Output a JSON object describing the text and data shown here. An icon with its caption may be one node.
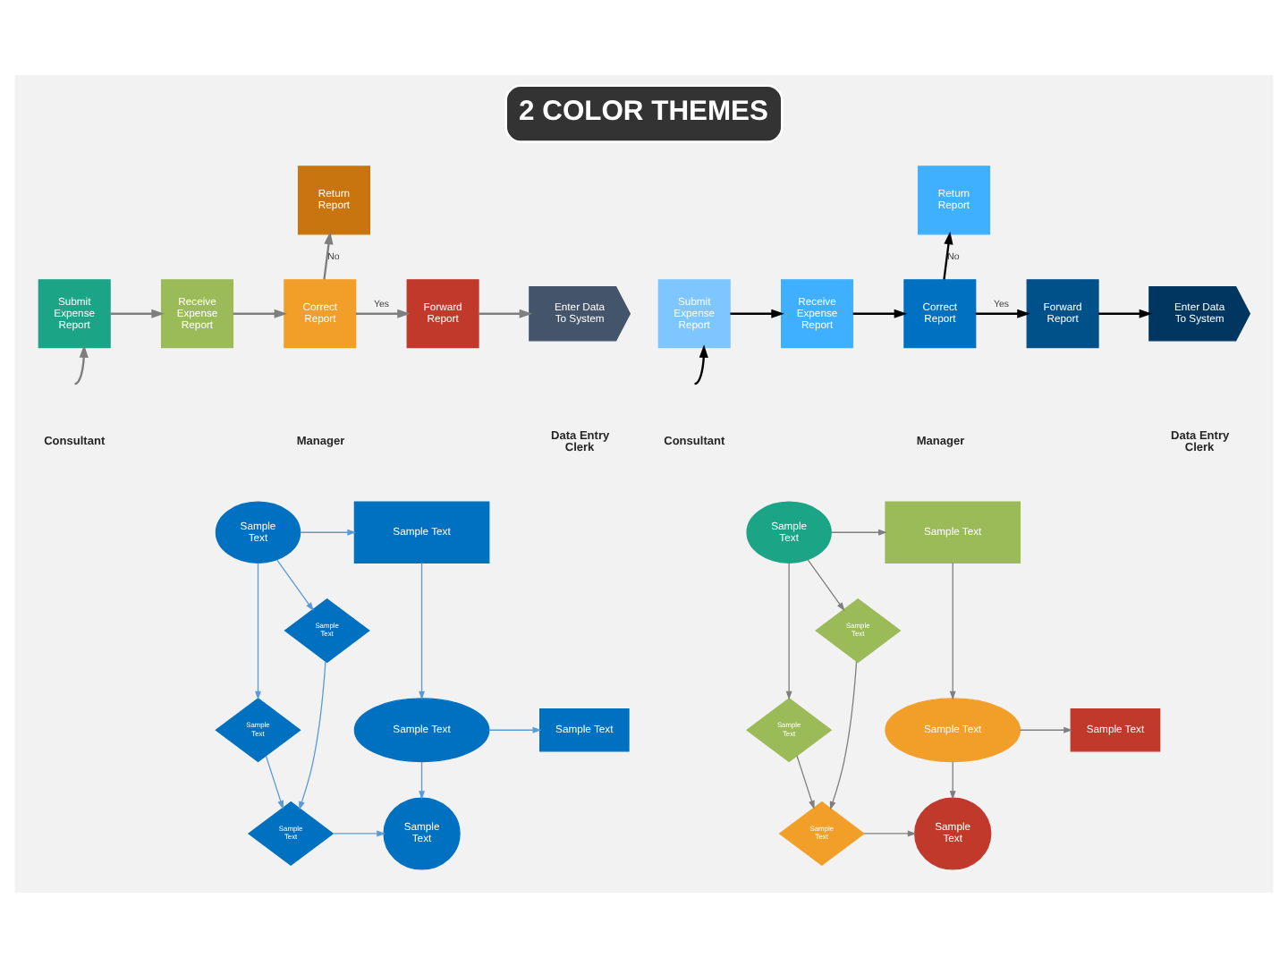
{
  "diagram": {
    "title": "2 COLOR THEMES",
    "nodes": [
      {
        "text": [
          "Return Report"
        ]
      },
      {
        "text": [
          "Submit Expense Report"
        ]
      },
      {
        "text": [
          "Receive Expense Report"
        ]
      },
      {
        "text": [
          "Correct Report"
        ]
      },
      {
        "text": [
          "Forward Report"
        ]
      },
      {
        "text": [
          "Enter Data To System"
        ]
      },
      {
        "text": [
          "Return Report"
        ]
      },
      {
        "text": [
          "Submit Expense Report"
        ]
      },
      {
        "text": [
          "Receive Expense Report"
        ]
      },
      {
        "text": [
          "Correct Report"
        ]
      },
      {
        "text": [
          "Forward Report"
        ]
      },
      {
        "text": [
          "Enter Data To System"
        ]
      },
      {
        "text": [
          "Sample Text"
        ]
      },
      {
        "text": [
          "Sample Text"
        ]
      },
      {
        "text": [
          "Sample Text"
        ]
      },
      {
        "text": [
          "Sample Text"
        ]
      },
      {
        "text": [
          "Sample Text"
        ]
      },
      {
        "text": [
          "Sample Text"
        ]
      },
      {
        "text": [
          "Sample Text"
        ]
      },
      {
        "text": [
          "Sample Text"
        ]
      },
      {
        "text": [
          "Sample Text"
        ]
      },
      {
        "text": [
          "Sample Text"
        ]
      },
      {
        "text": [
          "Sample Text"
        ]
      },
      {
        "text": [
          "Sample Text"
        ]
      },
      {
        "text": [
          "Sample Text"
        ]
      },
      {
        "text": [
          "Sample Text"
        ]
      },
      {
        "text": [
          "Sample Text"
        ]
      },
      {
        "text": [
          "Sample Text"
        ]
      }
    ],
    "edges": [
      {
        "from": null,
        "to": 1,
        "arrow": "to"
      },
      {
        "from": 1,
        "to": 2,
        "arrow": "to"
      },
      {
        "from": 2,
        "to": 3,
        "arrow": "to"
      },
      {
        "from": 3,
        "to": 0,
        "arrow": "to",
        "label": "No"
      },
      {
        "from": 3,
        "to": 4,
        "arrow": "to",
        "label": "Yes"
      },
      {
        "from": 4,
        "to": 5,
        "arrow": "to"
      },
      {
        "from": null,
        "to": 7,
        "arrow": "to",
        "color": "#000000"
      },
      {
        "from": 7,
        "to": 8,
        "arrow": "to",
        "color": "#000000"
      },
      {
        "from": 8,
        "to": 9,
        "arrow": "to",
        "color": "#000000"
      },
      {
        "from": 9,
        "to": 6,
        "arrow": "to",
        "label": "No",
        "color": "#000000"
      },
      {
        "from": 9,
        "to": 10,
        "arrow": "to",
        "label": "Yes",
        "color": "#000000"
      },
      {
        "from": 10,
        "to": 11,
        "arrow": "to",
        "color": "#000000"
      },
      {
        "from": 12,
        "to": 13,
        "arrow": "to",
        "color": "#5b9bd5"
      },
      {
        "from": 12,
        "to": 14,
        "arrow": "to",
        "color": "#5b9bd5"
      },
      {
        "from": 12,
        "to": 15,
        "arrow": "to",
        "color": "#5b9bd5"
      },
      {
        "from": 13,
        "to": 16,
        "arrow": "to",
        "color": "#5b9bd5"
      },
      {
        "from": 14,
        "to": 18,
        "arrow": "to",
        "color": "#5b9bd5"
      },
      {
        "from": 15,
        "to": 18,
        "arrow": "to",
        "color": "#5b9bd5"
      },
      {
        "from": 16,
        "to": 17,
        "arrow": "to",
        "color": "#5b9bd5"
      },
      {
        "from": 16,
        "to": 19,
        "arrow": "to",
        "color": "#5b9bd5"
      },
      {
        "from": 18,
        "to": 19,
        "arrow": "to",
        "color": "#5b9bd5"
      },
      {
        "from": 20,
        "to": 21,
        "arrow": "to"
      },
      {
        "from": 20,
        "to": 22,
        "arrow": "to"
      },
      {
        "from": 20,
        "to": 23,
        "arrow": "to"
      },
      {
        "from": 21,
        "to": 24,
        "arrow": "to"
      },
      {
        "from": 22,
        "to": 26,
        "arrow": "to"
      },
      {
        "from": 23,
        "to": 26,
        "arrow": "to"
      },
      {
        "from": 24,
        "to": 25,
        "arrow": "to"
      },
      {
        "from": 24,
        "to": 27,
        "arrow": "to"
      },
      {
        "from": 26,
        "to": 27,
        "arrow": "to"
      }
    ],
    "labels": [
      "Consultant",
      "Manager",
      "Data Entry Clerk",
      "Consultant",
      "Manager",
      "Data Entry Clerk"
    ]
  }
}
